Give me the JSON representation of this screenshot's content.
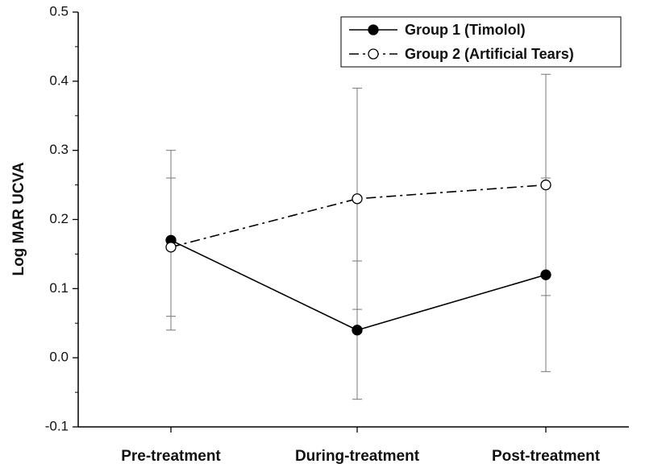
{
  "chart_data": {
    "type": "line",
    "title": "",
    "xlabel": "",
    "ylabel": "Log MAR UCVA",
    "categories": [
      "Pre-treatment",
      "During-treatment",
      "Post-treatment"
    ],
    "ylim": [
      -0.1,
      0.5
    ],
    "yticks": [
      "-0.1",
      "0.0",
      "0.1",
      "0.2",
      "0.3",
      "0.4",
      "0.5"
    ],
    "legend_position": "top-right",
    "grid": false,
    "series": [
      {
        "name": "Group 1 (Timolol)",
        "values": [
          0.17,
          0.04,
          0.12
        ],
        "error_low": [
          0.04,
          -0.06,
          -0.02
        ],
        "error_high": [
          0.3,
          0.14,
          0.26
        ],
        "line_style": "solid",
        "marker": "filled-circle",
        "color": "#000000"
      },
      {
        "name": "Group 2 (Artificial Tears)",
        "values": [
          0.16,
          0.23,
          0.25
        ],
        "error_low": [
          0.06,
          0.07,
          0.09
        ],
        "error_high": [
          0.26,
          0.39,
          0.41
        ],
        "line_style": "dash-dot",
        "marker": "open-circle",
        "color": "#000000"
      }
    ]
  }
}
